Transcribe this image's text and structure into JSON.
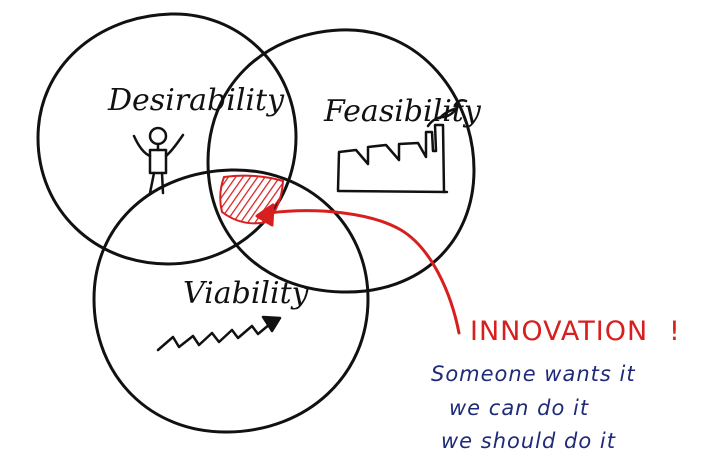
{
  "diagram": {
    "circles": [
      {
        "label": "Desirability"
      },
      {
        "label": "Feasibility"
      },
      {
        "label": "Viability"
      }
    ],
    "callout": {
      "title": "INNOVATION",
      "mark": "!",
      "lines": [
        "Someone wants it",
        "we can do it",
        "we should do it"
      ]
    },
    "colors": {
      "ink": "#111111",
      "accent": "#d71f1f",
      "note": "#1f2a78"
    }
  }
}
